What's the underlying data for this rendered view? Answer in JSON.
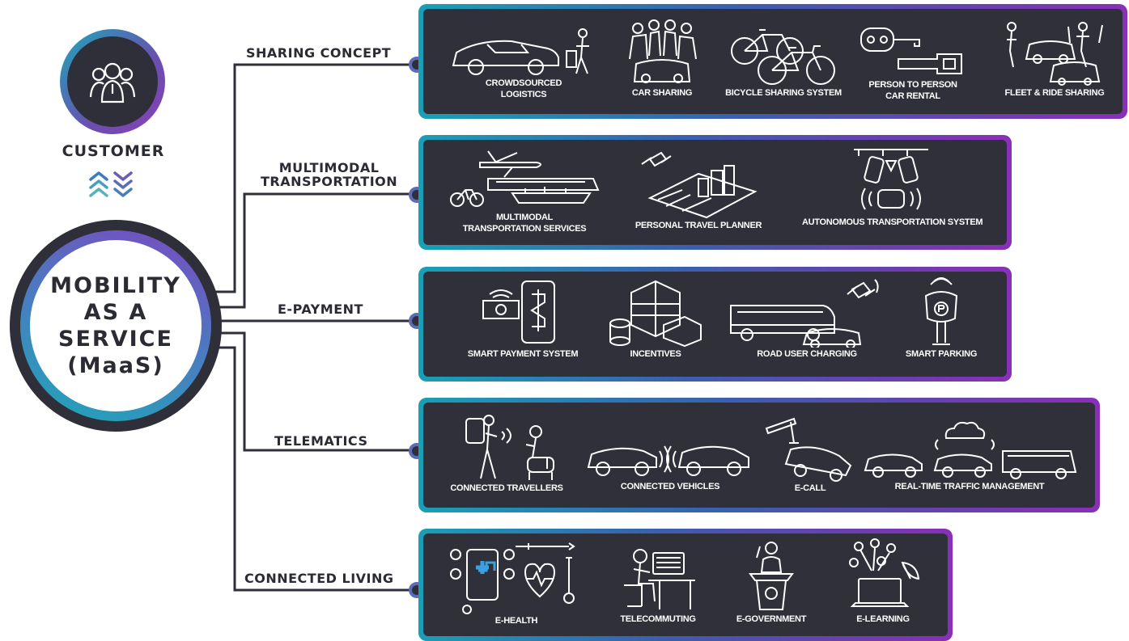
{
  "customer": {
    "label": "CUSTOMER",
    "icon": "group-people-icon"
  },
  "maas": {
    "line1": "MOBILITY",
    "line2": "AS A",
    "line3": "SERVICE",
    "line4": "(MaaS)"
  },
  "colors": {
    "panel_bg": "#2f3039",
    "gradient_start": "#1a9fb5",
    "gradient_end": "#8a2fb8",
    "text_dark": "#2a2b33"
  },
  "branches": {
    "sharing": {
      "label": "SHARING CONCEPT",
      "items": [
        {
          "label_1": "CROWDSOURCED",
          "label_2": "LOGISTICS",
          "icon": "car-with-traveller-icon"
        },
        {
          "label_1": "CAR SHARING",
          "label_2": "",
          "icon": "group-with-car-icon"
        },
        {
          "label_1": "BICYCLE SHARING SYSTEM",
          "label_2": "",
          "icon": "bicycles-icon"
        },
        {
          "label_1": "PERSON TO PERSON",
          "label_2": "CAR RENTAL",
          "icon": "car-key-icon"
        },
        {
          "label_1": "FLEET & RIDE SHARING",
          "label_2": "",
          "icon": "fleet-people-icon"
        }
      ]
    },
    "multimodal": {
      "label_1": "MULTIMODAL",
      "label_2": "TRANSPORTATION",
      "items": [
        {
          "label_1": "MULTIMODAL",
          "label_2": "TRANSPORTATION SERVICES",
          "icon": "plane-train-ship-icon"
        },
        {
          "label_1": "PERSONAL TRAVEL PLANNER",
          "label_2": "",
          "icon": "city-map-satellite-icon"
        },
        {
          "label_1": "AUTONOMOUS TRANSPORTATION SYSTEM",
          "label_2": "",
          "icon": "autonomous-car-icon"
        }
      ]
    },
    "epayment": {
      "label": "E-PAYMENT",
      "items": [
        {
          "label_1": "SMART PAYMENT SYSTEM",
          "label_2": "",
          "icon": "phone-payment-icon"
        },
        {
          "label_1": "INCENTIVES",
          "label_2": "",
          "icon": "buildings-coins-icon"
        },
        {
          "label_1": "ROAD USER CHARGING",
          "label_2": "",
          "icon": "bus-car-satellite-icon"
        },
        {
          "label_1": "SMART PARKING",
          "label_2": "",
          "icon": "parking-meter-icon"
        }
      ]
    },
    "telematics": {
      "label": "TELEMATICS",
      "items": [
        {
          "label_1": "CONNECTED TRAVELLERS",
          "label_2": "",
          "icon": "travellers-icon"
        },
        {
          "label_1": "CONNECTED VEHICLES",
          "label_2": "",
          "icon": "connected-cars-icon"
        },
        {
          "label_1": "E-CALL",
          "label_2": "",
          "icon": "tow-crane-car-icon"
        },
        {
          "label_1": "REAL-TIME TRAFFIC MANAGEMENT",
          "label_2": "",
          "icon": "cloud-cars-bus-icon"
        }
      ]
    },
    "living": {
      "label": "CONNECTED LIVING",
      "items": [
        {
          "label_1": "E-HEALTH",
          "label_2": "",
          "icon": "health-phone-icon"
        },
        {
          "label_1": "TELECOMMUTING",
          "label_2": "",
          "icon": "person-at-desk-icon"
        },
        {
          "label_1": "E-GOVERNMENT",
          "label_2": "",
          "icon": "speaker-podium-icon"
        },
        {
          "label_1": "E-LEARNING",
          "label_2": "",
          "icon": "laptop-learning-icon"
        }
      ]
    }
  }
}
